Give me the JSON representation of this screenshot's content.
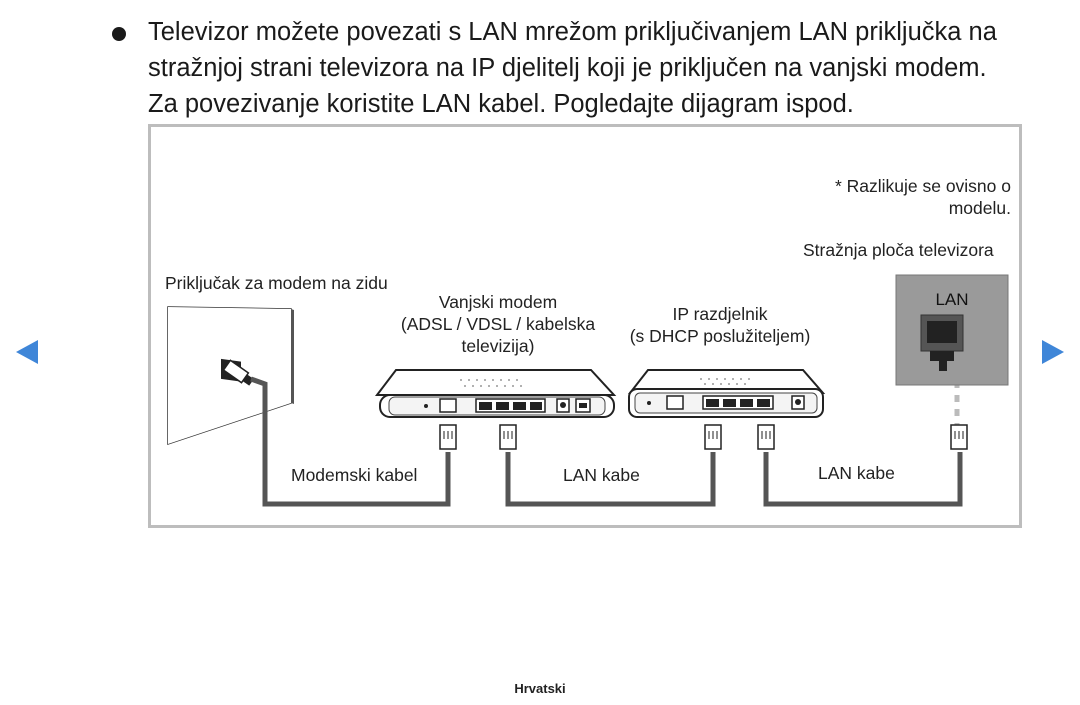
{
  "bullet": {
    "text": "Televizor možete povezati s LAN mrežom priključivanjem LAN priključka na stražnjoj strani televizora na IP djelitelj koji je priključen na vanjski modem. Za povezivanje koristite LAN kabel. Pogledajte dijagram ispod."
  },
  "diagram": {
    "note_line1": "* Razlikuje se ovisno o",
    "note_line2": "modelu.",
    "tv_panel_label": "Stražnja ploča televizora",
    "wall_label": "Priključak za modem na zidu",
    "modem_label_line1": "Vanjski modem",
    "modem_label_line2": "(ADSL / VDSL / kabelska",
    "modem_label_line3": "televizija)",
    "splitter_label_line1": "IP razdjelnik",
    "splitter_label_line2": "(s DHCP poslužiteljem)",
    "lan_port_label": "LAN",
    "cable1_label": "Modemski kabel",
    "cable2_label": "LAN kabe",
    "cable3_label": "LAN kabe"
  },
  "nav": {
    "prev_icon": "triangle-left-icon",
    "next_icon": "triangle-right-icon",
    "accent": "#3f86d8"
  },
  "footer": {
    "language": "Hrvatski"
  }
}
